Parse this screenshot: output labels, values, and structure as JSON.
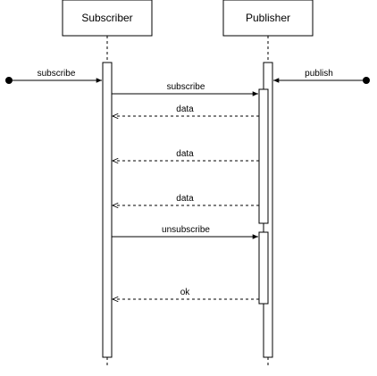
{
  "participants": {
    "subscriber": "Subscriber",
    "publisher": "Publisher"
  },
  "messages": {
    "ext_subscribe": "subscribe",
    "ext_publish": "publish",
    "subscribe": "subscribe",
    "data_1": "data",
    "data_2": "data",
    "data_3": "data",
    "unsubscribe": "unsubscribe",
    "ok": "ok"
  }
}
